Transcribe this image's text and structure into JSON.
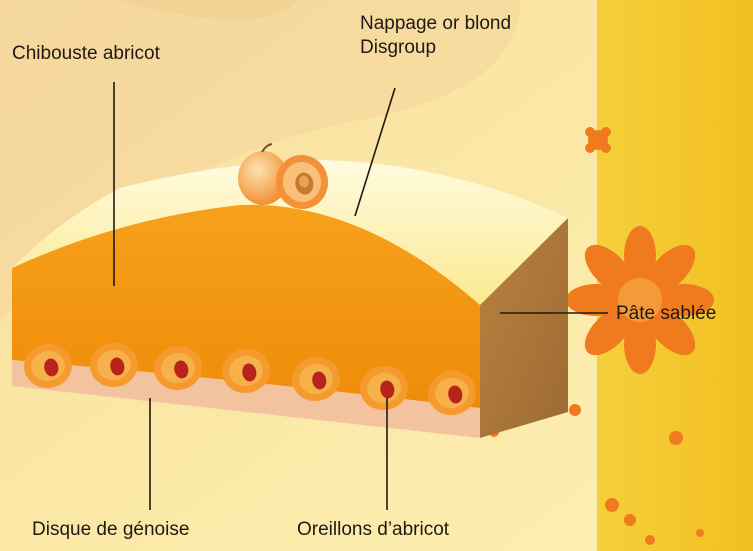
{
  "labels": {
    "chibouste": "Chibouste abricot",
    "nappage_line1": "Nappage or blond",
    "nappage_line2": "Disgroup",
    "pate": "Pâte sablée",
    "genoise": "Disque de génoise",
    "oreillons": "Oreillons d’abricot"
  },
  "colors": {
    "background": "#fbe9a6",
    "side_band": "#f3c52a",
    "glaze": "#fdf3b3",
    "chibouste": "#f29a0f",
    "genoise": "#f3c3a0",
    "pate_side": "#a9743a",
    "apricot_flesh": "#f18a22",
    "apricot_pit": "#b8231c",
    "flower": "#f07a1e",
    "leader_line": "#1f1a14"
  }
}
